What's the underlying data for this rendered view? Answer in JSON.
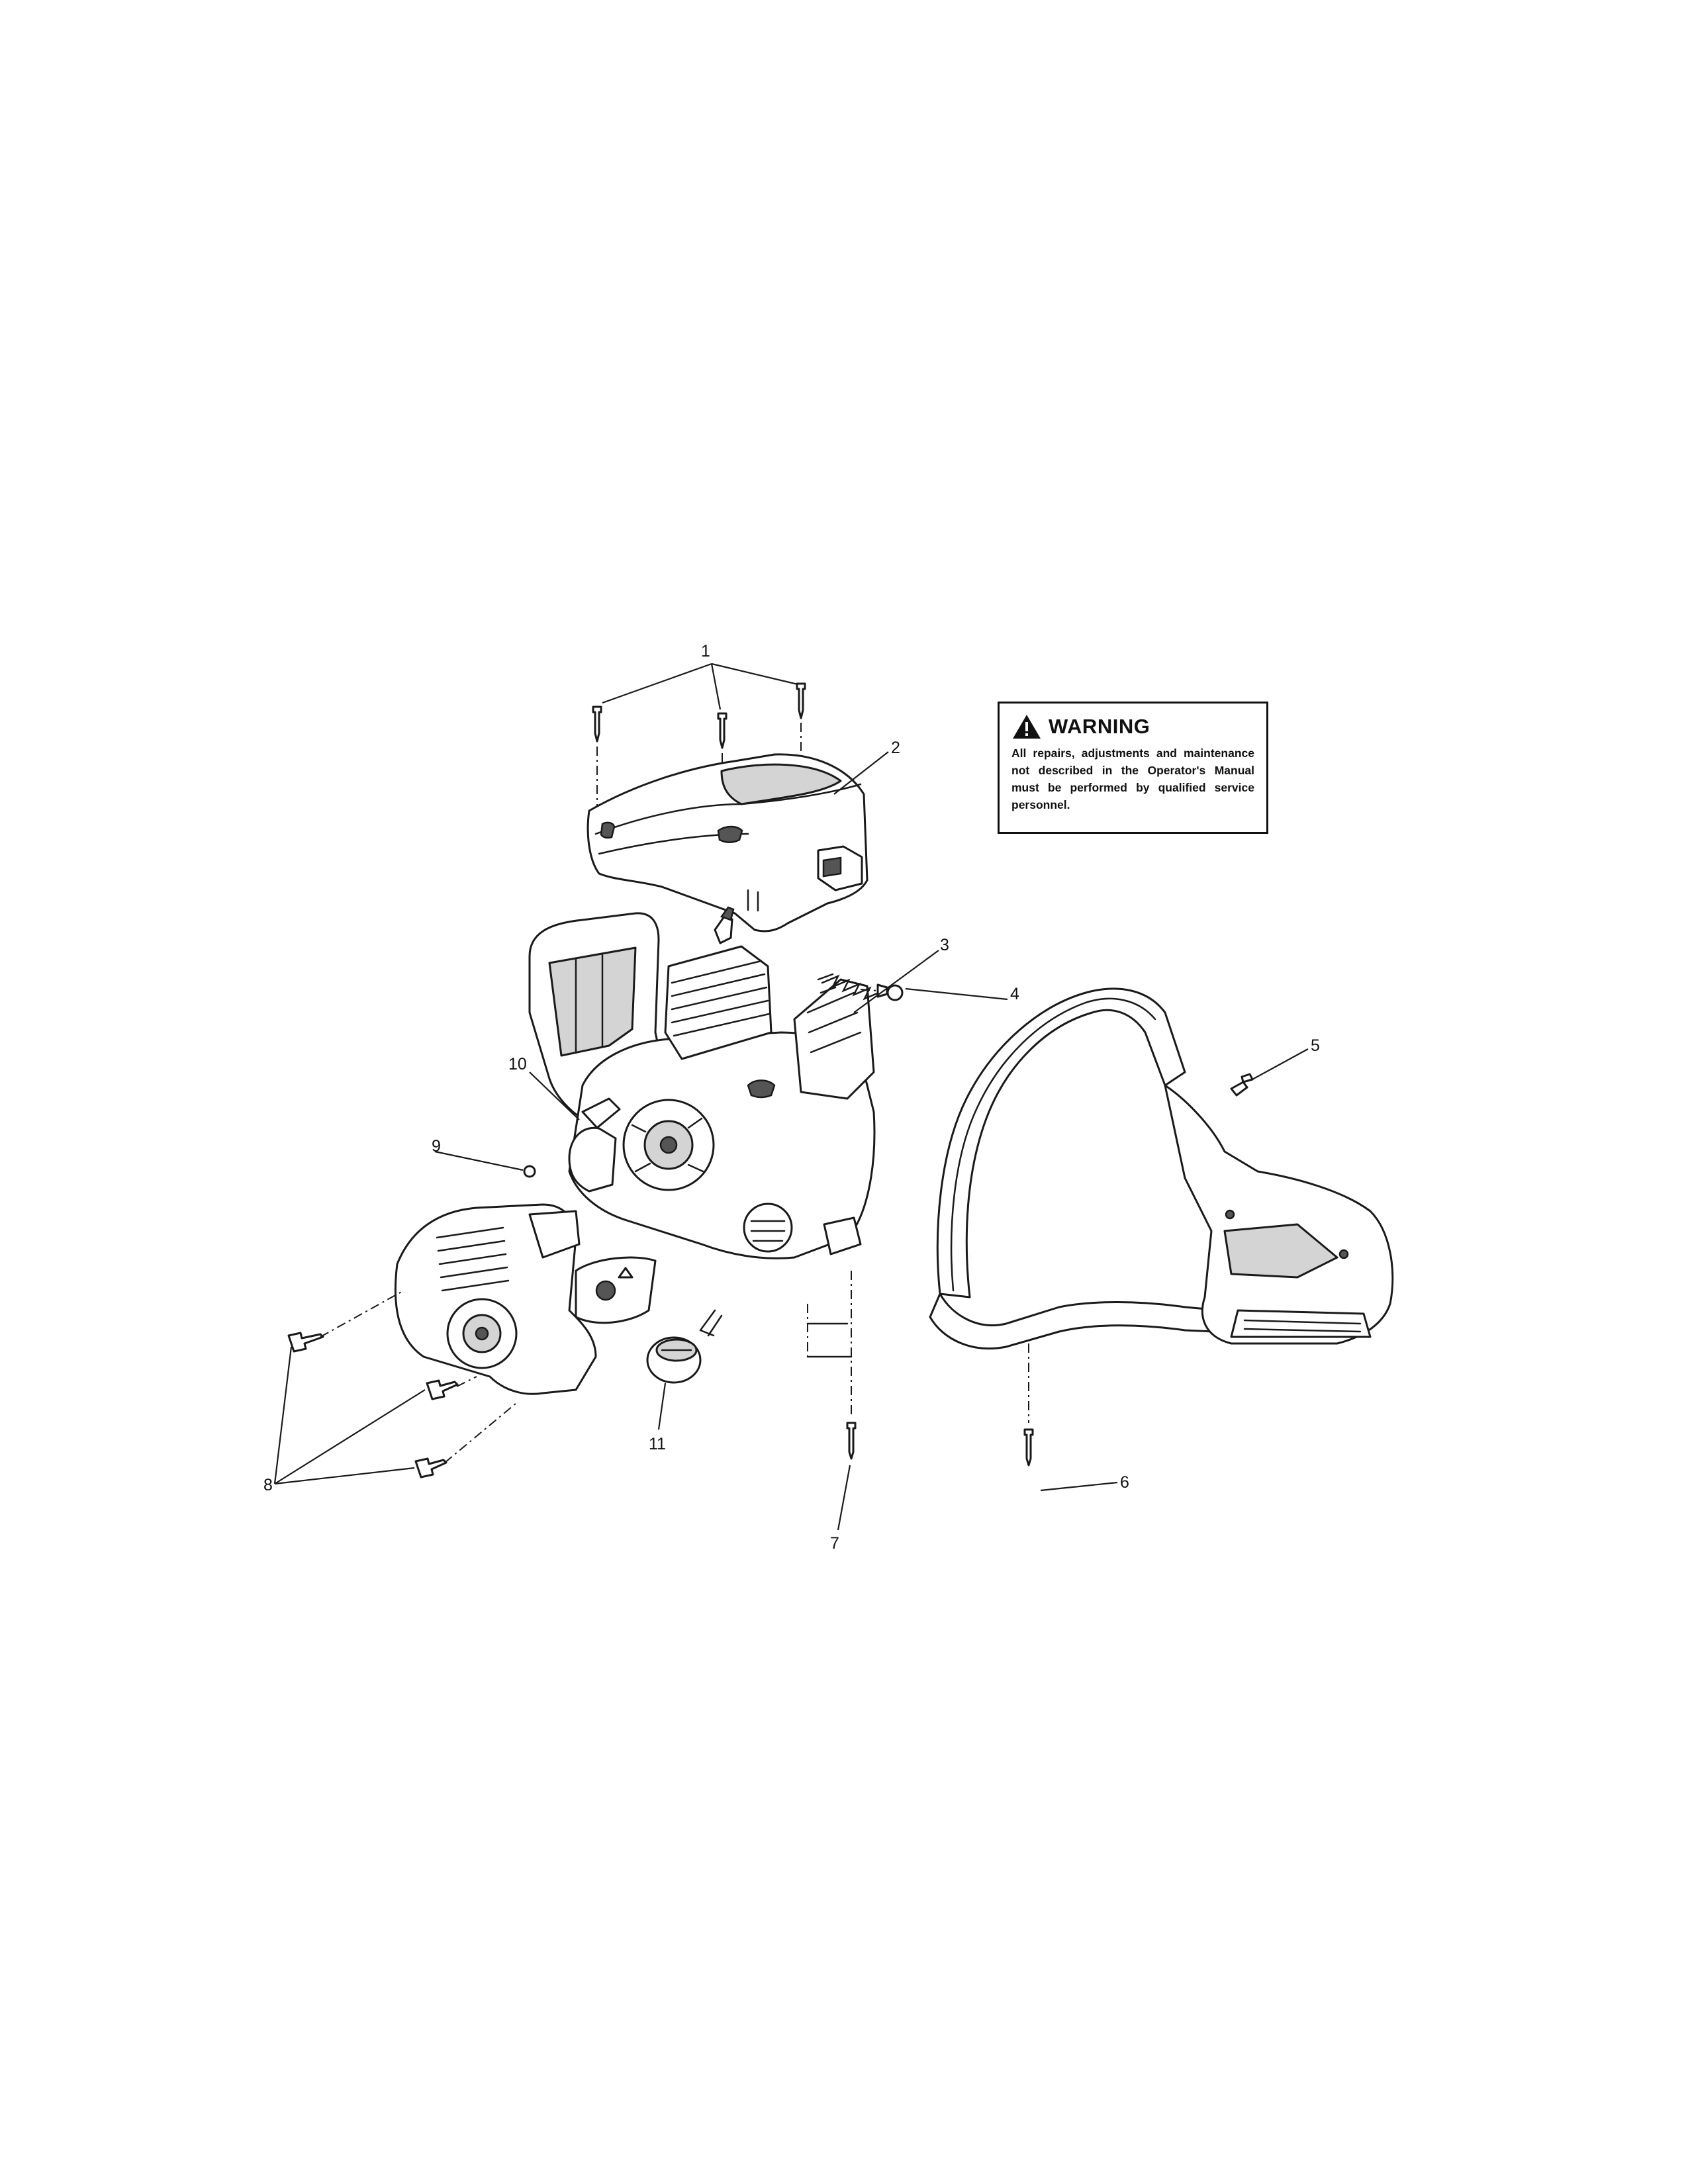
{
  "warning": {
    "title": "WARNING",
    "icon": "warning-triangle-icon",
    "text": "All repairs, adjustments and maintenance not described in the Operator's Manual must be performed by qualified  service personnel."
  },
  "callouts": {
    "c1": "1",
    "c2": "2",
    "c3": "3",
    "c4": "4",
    "c5": "5",
    "c6": "6",
    "c7": "7",
    "c8": "8",
    "c9": "9",
    "c10": "10",
    "c11": "11"
  }
}
